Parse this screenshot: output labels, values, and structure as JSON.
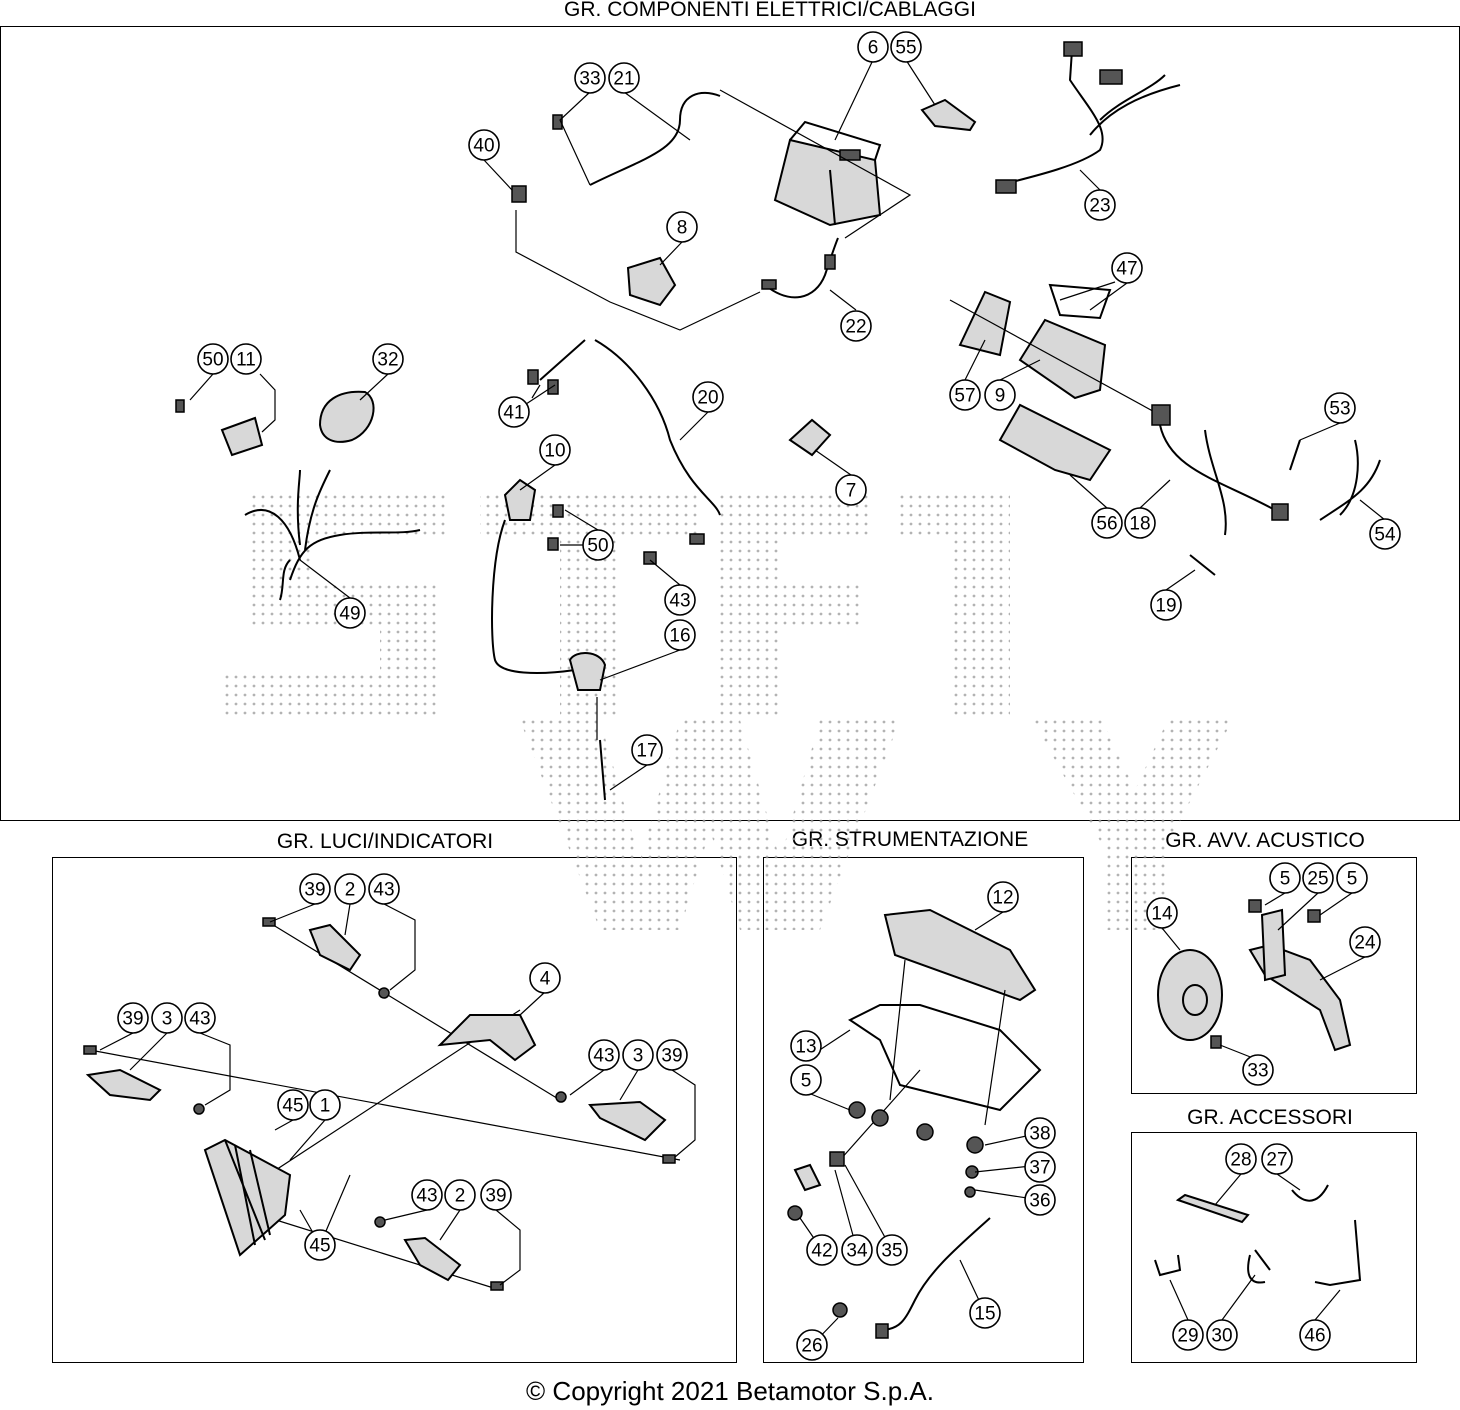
{
  "sections": {
    "electrical": "GR. COMPONENTI ELETTRICI/CABLAGGI",
    "lights": "GR. LUCI/INDICATORI",
    "instruments": "GR. STRUMENTAZIONE",
    "horn": "GR. AVV. ACUSTICO",
    "accessories": "GR. ACCESSORI"
  },
  "copyright": "© Copyright 2021 Betamotor S.p.A.",
  "callouts": {
    "electrical": [
      "6",
      "55",
      "33",
      "21",
      "40",
      "23",
      "8",
      "22",
      "47",
      "50",
      "11",
      "32",
      "57",
      "9",
      "41",
      "20",
      "53",
      "10",
      "7",
      "56",
      "18",
      "54",
      "50",
      "43",
      "49",
      "16",
      "19",
      "17"
    ],
    "lights": [
      "39",
      "2",
      "43",
      "4",
      "39",
      "3",
      "43",
      "43",
      "3",
      "39",
      "45",
      "1",
      "43",
      "2",
      "39",
      "45"
    ],
    "instruments": [
      "12",
      "13",
      "5",
      "38",
      "37",
      "36",
      "42",
      "34",
      "35",
      "15",
      "26"
    ],
    "horn": [
      "5",
      "25",
      "5",
      "14",
      "24",
      "33"
    ],
    "accessories": [
      "28",
      "27",
      "29",
      "30",
      "46"
    ]
  },
  "colors": {
    "line": "#000000",
    "background": "#ffffff",
    "watermark": "#9a9a9a"
  }
}
